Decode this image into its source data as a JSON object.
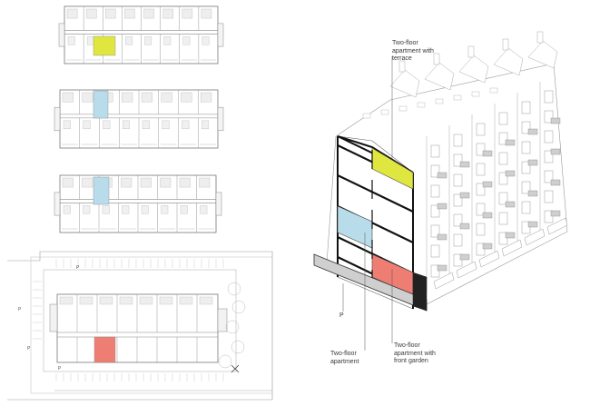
{
  "labels": {
    "terrace": [
      "Two-floor",
      "apartment with",
      "terrace"
    ],
    "two_floor": [
      "Two-floor",
      "apartment"
    ],
    "front_garden": [
      "Two-floor",
      "apartment with",
      "front garden"
    ],
    "parking": "P"
  },
  "site_plan_marks": [
    "P",
    "P",
    "P",
    "P"
  ],
  "colors": {
    "terrace_unit": "#dfe63f",
    "two_floor_unit": "#b9dcea",
    "garden_unit": "#ee7d73",
    "line": "#8a8a8a",
    "section_cut": "#111111"
  }
}
